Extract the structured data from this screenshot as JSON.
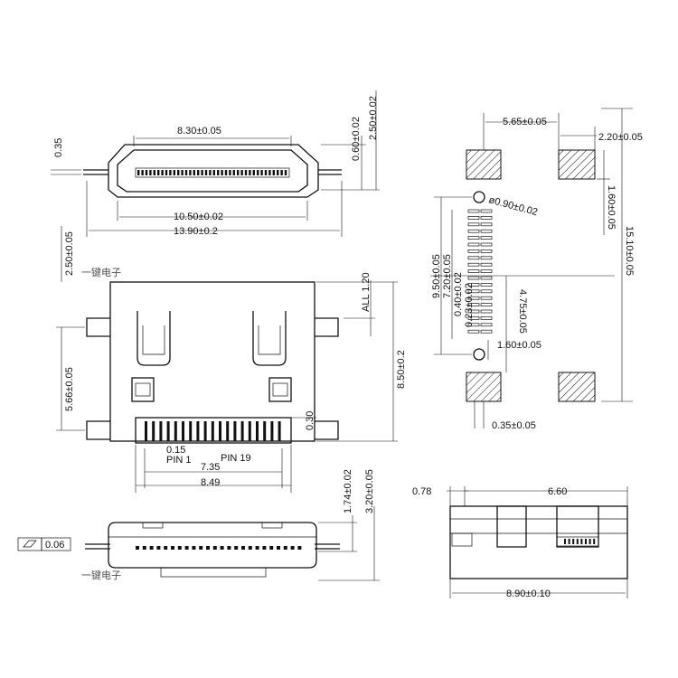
{
  "watermark": {
    "top": "一键电子",
    "bottom": "一键电子"
  },
  "front_view": {
    "opening_width": "8.30±0.05",
    "opening_depth": "0.60±0.02",
    "overall_height": "2.50±0.02",
    "flange_thickness": "0.35",
    "inner_width": "10.50±0.02",
    "overall_width": "13.90±0.2"
  },
  "top_view": {
    "front_offset": "2.50±0.05",
    "tab_pitch": "5.66±0.05",
    "tab_height": "ALL 1.20",
    "overall_length": "8.50±0.2",
    "pin_gap": "0.30",
    "pin_width": "0.15",
    "pin_first": "PIN 1",
    "pin_last": "PIN 19",
    "pin_span": "7.35",
    "pin_outer_span": "8.49"
  },
  "side_view": {
    "flatness_value": "0.06",
    "body_height": "1.74±0.02",
    "total_height": "3.20±0.05"
  },
  "pcb_layout": {
    "pad_spacing": "5.65±0.05",
    "pad_width": "2.20±0.05",
    "pad_height": "1.60±0.05",
    "overall_length": "15.10±0.05",
    "hole_dia": "ø0.90±0.02",
    "dim_a": "9.50±0.05",
    "dim_b": "7.20±0.05",
    "dim_c": "0.40±0.02",
    "dim_d": "0.23±0.02",
    "dim_e": "4.75±0.05",
    "dim_f": "1.60±0.05",
    "dim_g": "0.35±0.05"
  },
  "bottom_right": {
    "left_offset": "0.78",
    "depth": "6.60",
    "overall": "8.90±0.10"
  }
}
